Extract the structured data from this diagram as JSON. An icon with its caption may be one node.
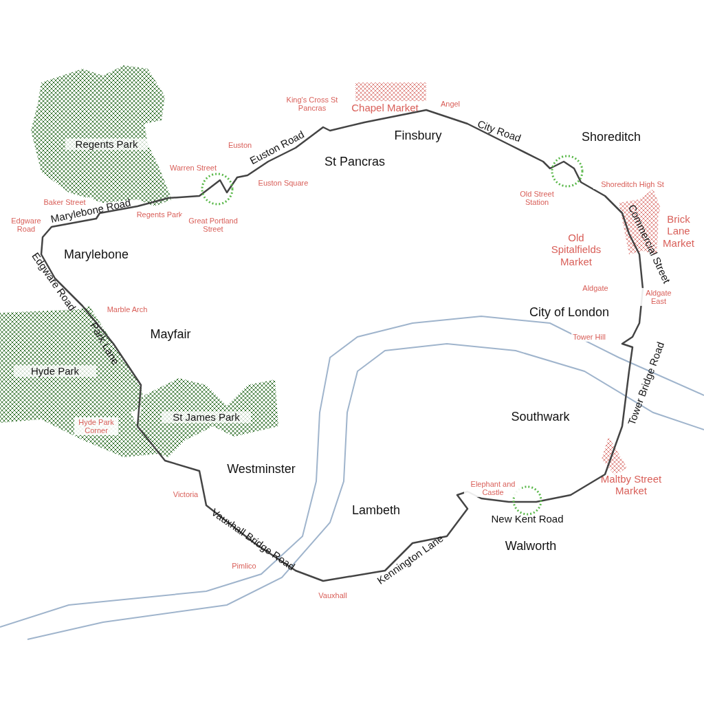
{
  "diagram": {
    "nodes": [
      {
        "text": [
          "Regents Park"
        ]
      },
      {
        "text": [
          "Chapel Market"
        ]
      },
      {
        "text": [
          "Brick Lane Market"
        ]
      },
      {
        "text": [
          "Old Spitalfields Market"
        ]
      },
      {
        "text": [
          "Hyde Park"
        ]
      },
      {
        "text": [
          "St James Park"
        ]
      },
      {
        "text": [
          "Maltby Street Market"
        ]
      }
    ],
    "labels": [
      "King's Cross St Pancras",
      "Angel",
      "Finsbury",
      "City Road",
      "Shoreditch",
      "Euston",
      "Euston Road",
      "St Pancras",
      "Warren Street",
      "Euston Square",
      "Old Street Station",
      "Shoreditch High St",
      "Baker Street",
      "Marylebone Road",
      "Regents Park",
      "Great Portland Street",
      "Edgware Road",
      "Commercial Street",
      "Marylebone",
      "Edgware Road",
      "Aldgate",
      "Aldgate East",
      "Marble Arch",
      "City of London",
      "Mayfair",
      "Park Lane",
      "Tower Hill",
      "Tower Bridge Road",
      "Southwark",
      "Hyde Park Corner",
      "Westminster",
      "Elephant and Castle",
      "Lambeth",
      "Victoria",
      "New Kent Road",
      "Walworth",
      "Vauxhall Bridge Road",
      "Pimlico",
      "Kennington Lane",
      "Vauxhall"
    ]
  }
}
